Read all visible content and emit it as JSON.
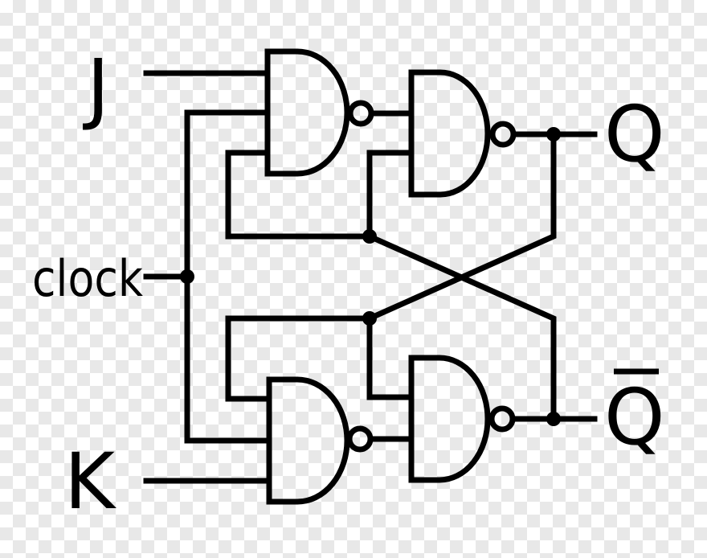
{
  "diagram": {
    "labels": {
      "j": "J",
      "k": "K",
      "clock": "clock",
      "q": "Q",
      "q_bar": "Q"
    },
    "gates": [
      {
        "id": "nand-j-input",
        "type": "NAND"
      },
      {
        "id": "nand-q-latch",
        "type": "NAND"
      },
      {
        "id": "nand-k-input",
        "type": "NAND"
      },
      {
        "id": "nand-qbar-latch",
        "type": "NAND"
      }
    ],
    "colors": {
      "stroke": "#000000",
      "background": "#ffffff"
    }
  }
}
